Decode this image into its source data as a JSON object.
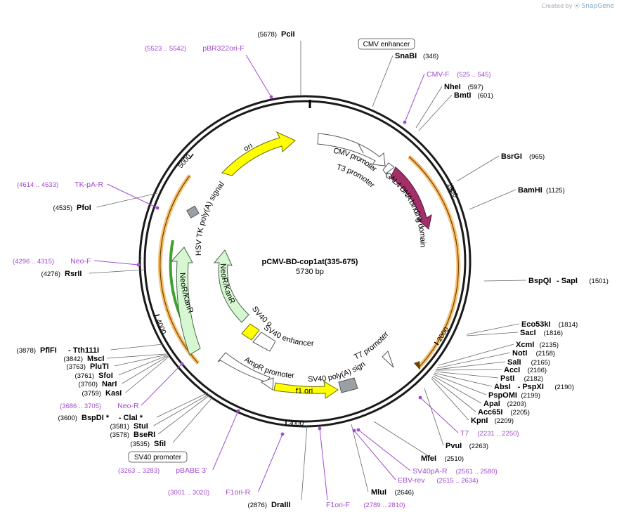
{
  "credit": {
    "prefix": "Created by",
    "brand": "SnapGene"
  },
  "plasmid": {
    "name": "pCMV-BD-cop1at(335-675)",
    "length_label": "5730 bp"
  },
  "ticks": [
    "1000",
    "2000",
    "3000",
    "4000",
    "5000"
  ],
  "sites": [
    {
      "name": "PciI",
      "pos": "(5678)"
    },
    {
      "name": "SnaBI",
      "pos": "(346)"
    },
    {
      "name": "NheI",
      "pos": "(597)"
    },
    {
      "name": "BmtI",
      "pos": "(601)"
    },
    {
      "name": "BsrGI",
      "pos": "(965)"
    },
    {
      "name": "BamHI",
      "pos": "(1125)"
    },
    {
      "name": "BspQI",
      "sep": "- SapI",
      "pos": "(1501)"
    },
    {
      "name": "Eco53kI",
      "pos": "(1814)"
    },
    {
      "name": "SacI",
      "pos": "(1816)"
    },
    {
      "name": "XcmI",
      "pos": "(2135)"
    },
    {
      "name": "NotI",
      "pos": "(2158)"
    },
    {
      "name": "SalI",
      "pos": "(2165)"
    },
    {
      "name": "AccI",
      "pos": "(2166)"
    },
    {
      "name": "PstI",
      "pos": "(2182)"
    },
    {
      "name": "AbsI",
      "sep": "- PspXI",
      "pos": "(2190)"
    },
    {
      "name": "PspOMI",
      "pos": "(2199)"
    },
    {
      "name": "ApaI",
      "pos": "(2203)"
    },
    {
      "name": "Acc65I",
      "pos": "(2205)"
    },
    {
      "name": "KpnI",
      "pos": "(2209)"
    },
    {
      "name": "PvuI",
      "pos": "(2263)"
    },
    {
      "name": "MfeI",
      "pos": "(2510)"
    },
    {
      "name": "MluI",
      "pos": "(2646)"
    },
    {
      "name": "DraIII",
      "pos": "(2876)"
    },
    {
      "name": "SfiI",
      "pos": "(3535)"
    },
    {
      "name": "BseRI",
      "pos": "(3578)"
    },
    {
      "name": "StuI",
      "pos": "(3581)"
    },
    {
      "name": "BspDI *",
      "sep": "- ClaI *",
      "pos": "(3600)"
    },
    {
      "name": "KasI",
      "pos": "(3759)"
    },
    {
      "name": "NarI",
      "pos": "(3760)"
    },
    {
      "name": "SfoI",
      "pos": "(3761)"
    },
    {
      "name": "PluTI",
      "pos": "(3763)"
    },
    {
      "name": "MscI",
      "pos": "(3842)"
    },
    {
      "name": "PflFI",
      "sep": "- Tth111I",
      "pos": "(3878)"
    },
    {
      "name": "RsrII",
      "pos": "(4276)"
    },
    {
      "name": "PfoI",
      "pos": "(4535)"
    }
  ],
  "primers": [
    {
      "name": "pBR322ori-F",
      "range": "(5523 .. 5542)"
    },
    {
      "name": "CMV-F",
      "range": "(525 .. 545)"
    },
    {
      "name": "T7",
      "range": "(2231 .. 2250)"
    },
    {
      "name": "SV40pA-R",
      "range": "(2561 .. 2580)"
    },
    {
      "name": "EBV-rev",
      "range": "(2615 .. 2634)"
    },
    {
      "name": "F1ori-F",
      "range": "(2789 .. 2810)"
    },
    {
      "name": "F1ori-R",
      "range": "(3001 .. 3020)"
    },
    {
      "name": "pBABE 3'",
      "range": "(3263 .. 3283)"
    },
    {
      "name": "Neo-R",
      "range": "(3686 .. 3705)"
    },
    {
      "name": "Neo-F",
      "range": "(4296 .. 4315)"
    },
    {
      "name": "TK-pA-R",
      "range": "(4614 .. 4633)"
    }
  ],
  "boxed_features": [
    "CMV enhancer",
    "SV40 promoter"
  ],
  "features": {
    "ori": "ori",
    "cmv_promoter": "CMV promoter",
    "t3_promoter": "T3 promoter",
    "gal4": "GAL4 DNA binding domain",
    "hsv": "HSV TK poly(A) signal",
    "neokan_outer": "NeoR/KanR",
    "neokan_inner": "NeoR/KanR",
    "sv40_ori": "SV40 ori",
    "sv40_enh": "SV40 enhancer",
    "t7_promoter": "T7 promoter",
    "sv40_polya": "SV40 poly(A) signal",
    "ampr_promoter": "AmpR promoter",
    "f1_ori": "f1 ori"
  },
  "colors": {
    "backbone": "#1a1a1a",
    "ori_yellow": "#ffff00",
    "gal4": "#a23068",
    "neo_green": "#d6f7d1",
    "resistance_orange": "#f3a430",
    "neo_dark_green": "#3fa12e",
    "primer": "#a24bd0",
    "polya_gray": "#9aa0a6",
    "enzyme_text": "#000000"
  }
}
